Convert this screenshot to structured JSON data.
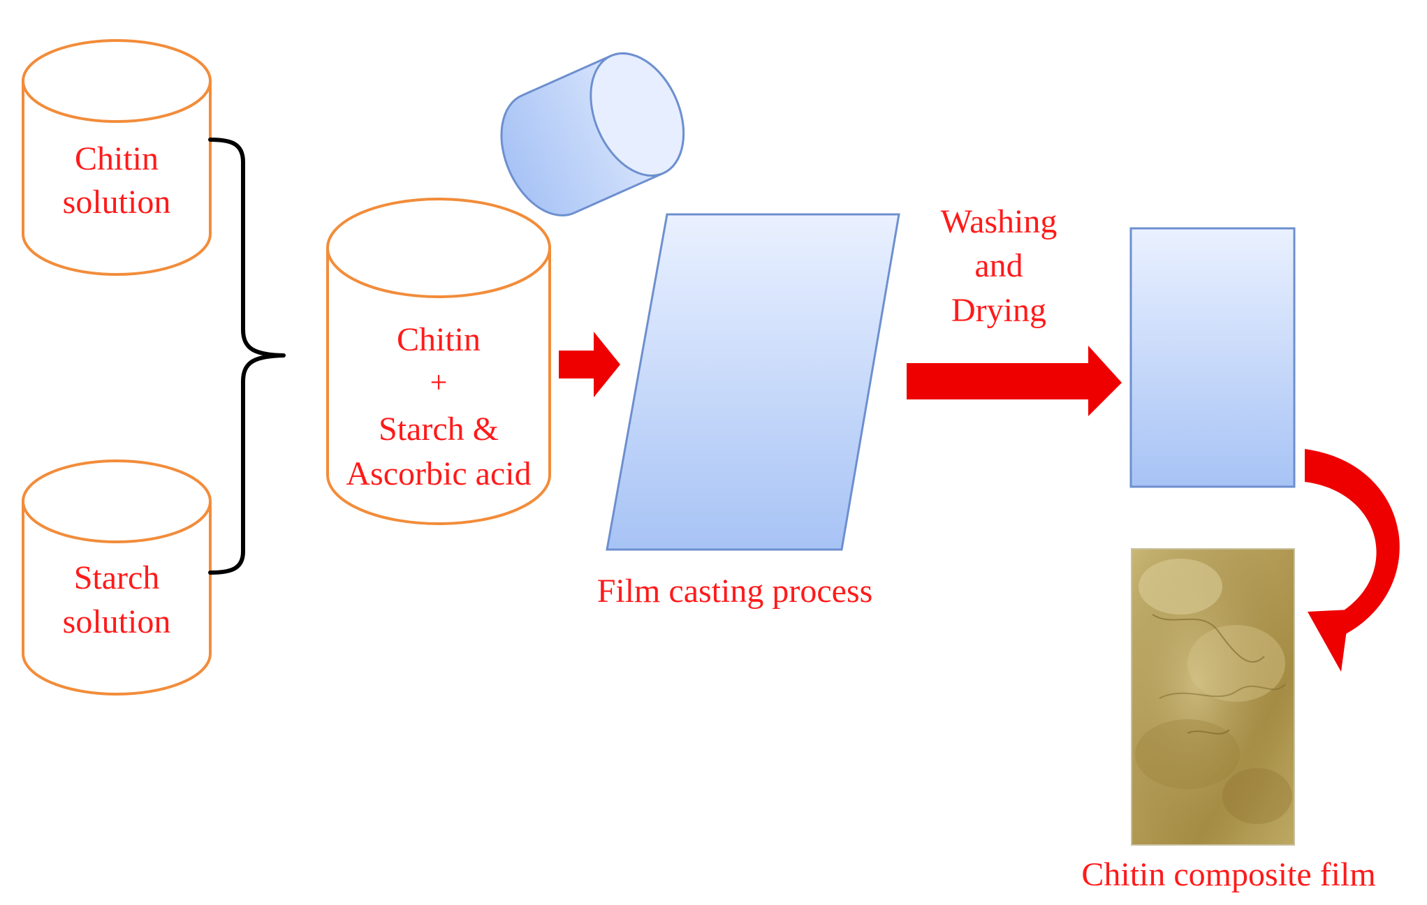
{
  "containers": {
    "chitin_solution": {
      "line1": "Chitin",
      "line2": "solution"
    },
    "starch_solution": {
      "line1": "Starch",
      "line2": "solution"
    },
    "mixture": {
      "line1": "Chitin",
      "line2": "+",
      "line3": "Starch &",
      "line4": "Ascorbic acid"
    }
  },
  "labels": {
    "film_casting": "Film casting process",
    "washing_drying": {
      "line1": "Washing",
      "line2": "and",
      "line3": "Drying"
    },
    "final_product": "Chitin composite film"
  },
  "colors": {
    "container_stroke": "#f28c3a",
    "label_red": "#ff1a1a",
    "arrow_red": "#ee0000",
    "panel_top": "#eaf1ff",
    "panel_bottom": "#a7c3f5",
    "panel_stroke": "#6d8fcf",
    "bracket": "#000000"
  },
  "icons": {
    "beaker_tilted": "tilted-cylinder-icon",
    "photo": "chitin-film-photo"
  }
}
